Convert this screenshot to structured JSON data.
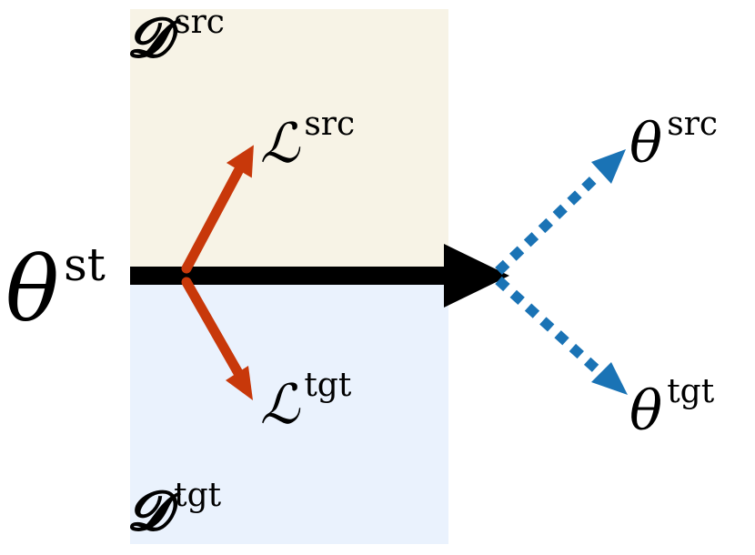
{
  "colors": {
    "src_region": "#f7f3e6",
    "tgt_region": "#eaf2fd",
    "main_arrow": "#000000",
    "loss_arrow": "#c8380a",
    "output_arrow": "#1a73b5",
    "text": "#000000"
  },
  "regions": {
    "src": {
      "symbol": "𝓓",
      "sup": "src"
    },
    "tgt": {
      "symbol": "𝓓",
      "sup": "tgt"
    }
  },
  "start": {
    "symbol": "θ",
    "sup": "st"
  },
  "losses": {
    "src": {
      "symbol": "ℒ",
      "sup": "src"
    },
    "tgt": {
      "symbol": "ℒ",
      "sup": "tgt"
    }
  },
  "outputs": {
    "src": {
      "symbol": "θ",
      "sup": "src"
    },
    "tgt": {
      "symbol": "θ",
      "sup": "tgt"
    }
  },
  "arrows": {
    "main": {
      "style": "solid",
      "from": "theta-st",
      "to": "branch-point"
    },
    "loss_src": {
      "style": "solid",
      "to": "loss-src"
    },
    "loss_tgt": {
      "style": "solid",
      "to": "loss-tgt"
    },
    "out_src": {
      "style": "dotted",
      "to": "theta-src"
    },
    "out_tgt": {
      "style": "dotted",
      "to": "theta-tgt"
    }
  }
}
